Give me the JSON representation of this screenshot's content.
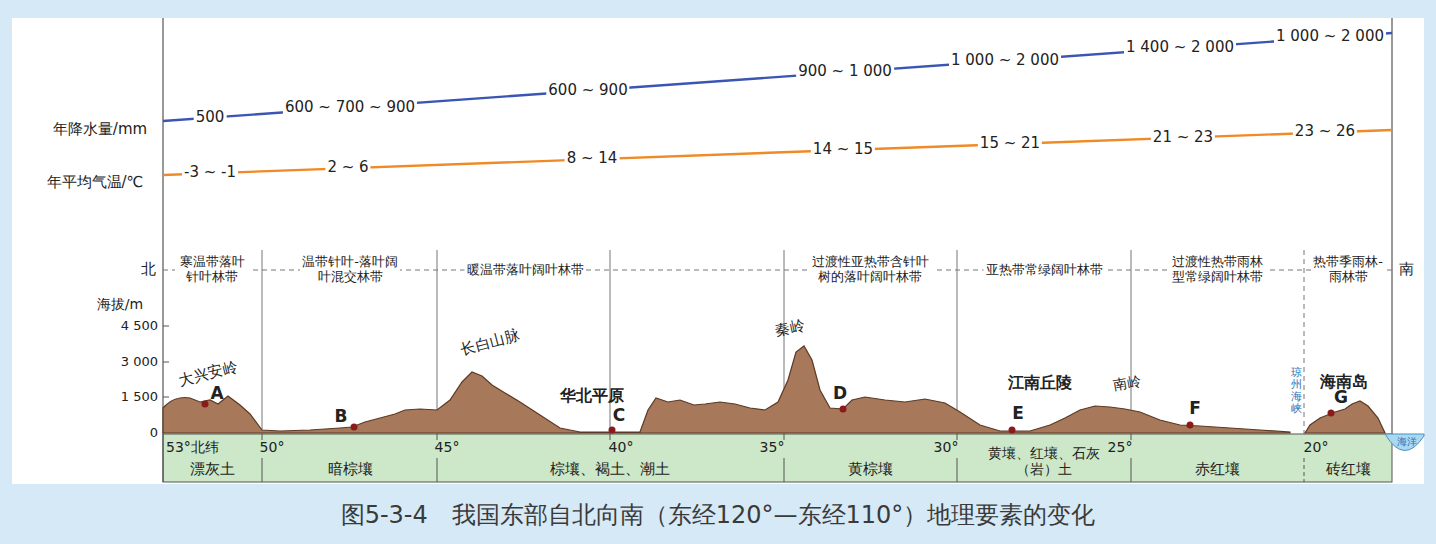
{
  "diagram": {
    "caption": "图5-3-4　我国东部自北向南（东经120°—东经110°）地理要素的变化",
    "labels": [
      "年降水量/mm",
      "年平均气温/℃",
      "500",
      "600 ~ 700 ~ 900",
      "600 ~ 900",
      "900 ~ 1 000",
      "1 000 ~ 2 000",
      "1 400 ~ 2 000",
      "1 000 ~ 2 000",
      "-3 ~ -1",
      "2 ~ 6",
      "8 ~ 14",
      "14 ~ 15",
      "15 ~ 21",
      "21 ~ 23",
      "23 ~ 26",
      "北",
      "寒温带落叶针叶林带",
      "温带针叶-落叶阔叶混交林带",
      "暖温带落叶阔叶林带",
      "过渡性亚热带含针叶树的落叶阔叶林带",
      "亚热带常绿阔叶林带",
      "过渡性热带雨林型常绿阔叶林带",
      "热带季雨林-雨林带",
      "南",
      "海拔/m",
      "4 500",
      "3 000",
      "1 500",
      "0",
      "大兴安岭",
      "长白山脉",
      "华北平原",
      "秦岭",
      "江南丘陵",
      "南岭",
      "海南岛",
      "琼州海峡",
      "海洋",
      "A",
      "B",
      "C",
      "D",
      "E",
      "F",
      "G",
      "53°北纬",
      "50°",
      "45°",
      "40°",
      "35°",
      "30°",
      "25°",
      "20°",
      "漂灰土",
      "暗棕壤",
      "棕壤、褐土、潮土",
      "黄棕壤",
      "黄壤、红壤、石灰（岩）土",
      "赤红壤",
      "砖红壤"
    ]
  }
}
